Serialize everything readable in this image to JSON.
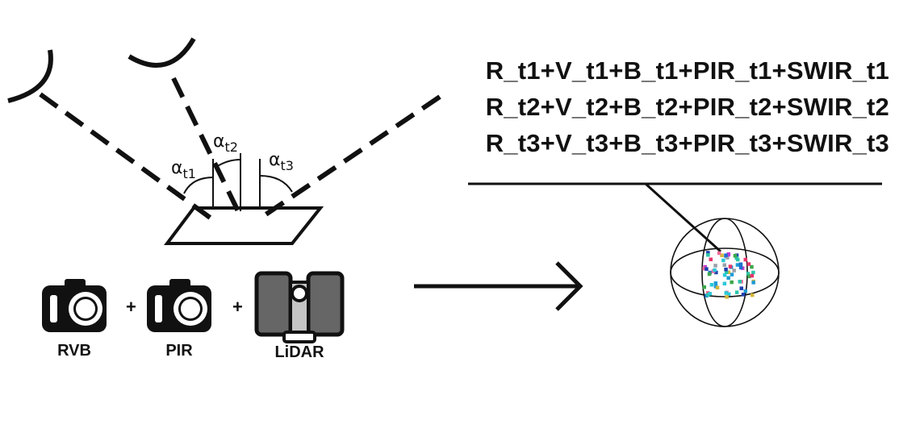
{
  "formulas": [
    "R_t1+V_t1+B_t1+PIR_t1+SWIR_t1",
    "R_t2+V_t2+B_t2+PIR_t2+SWIR_t2",
    "R_t3+V_t3+B_t3+PIR_t3+SWIR_t3"
  ],
  "angles": [
    {
      "symbol": "α",
      "sub": "t1"
    },
    {
      "symbol": "α",
      "sub": "t2"
    },
    {
      "symbol": "α",
      "sub": "t3"
    }
  ],
  "sensors": [
    {
      "label": "RVB",
      "icon": "camera-icon"
    },
    {
      "label": "PIR",
      "icon": "camera-icon"
    },
    {
      "label": "LiDAR",
      "icon": "lidar-scanner-icon"
    }
  ],
  "plus_sign": "+",
  "colors": {
    "ink": "#111111",
    "lidar_body": "#666666",
    "lidar_window": "#c4c4c4",
    "point_cloud": [
      "#e8336c",
      "#1c9bd6",
      "#2bc4a8",
      "#c23bd4",
      "#3aa84a",
      "#1f3fb0",
      "#f06a9a",
      "#29c9d9",
      "#9aa0a8",
      "#d4b63a",
      "#1e6fd0"
    ]
  }
}
